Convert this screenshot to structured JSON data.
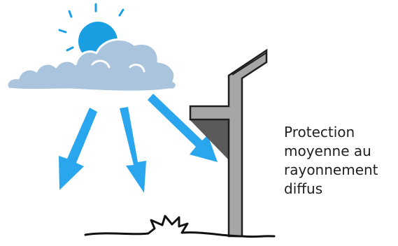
{
  "caption": {
    "lines": [
      "Protection",
      "moyenne au",
      "rayonnement",
      "diffus"
    ]
  },
  "colors": {
    "sun": "#1a9ee2",
    "cloud": "#a9c4dc",
    "cloud_outline": "#ffffff",
    "arrow": "#2aa6ee",
    "post_fill": "#a6a6a6",
    "post_outline": "#1f1f1f",
    "shade": "#5a5a5a",
    "ground": "#111111"
  },
  "icons": {
    "sun": "sun-icon",
    "cloud": "cloud-icon",
    "rays": "radiation-arrow-icon",
    "shelter": "shelter-post-icon"
  }
}
